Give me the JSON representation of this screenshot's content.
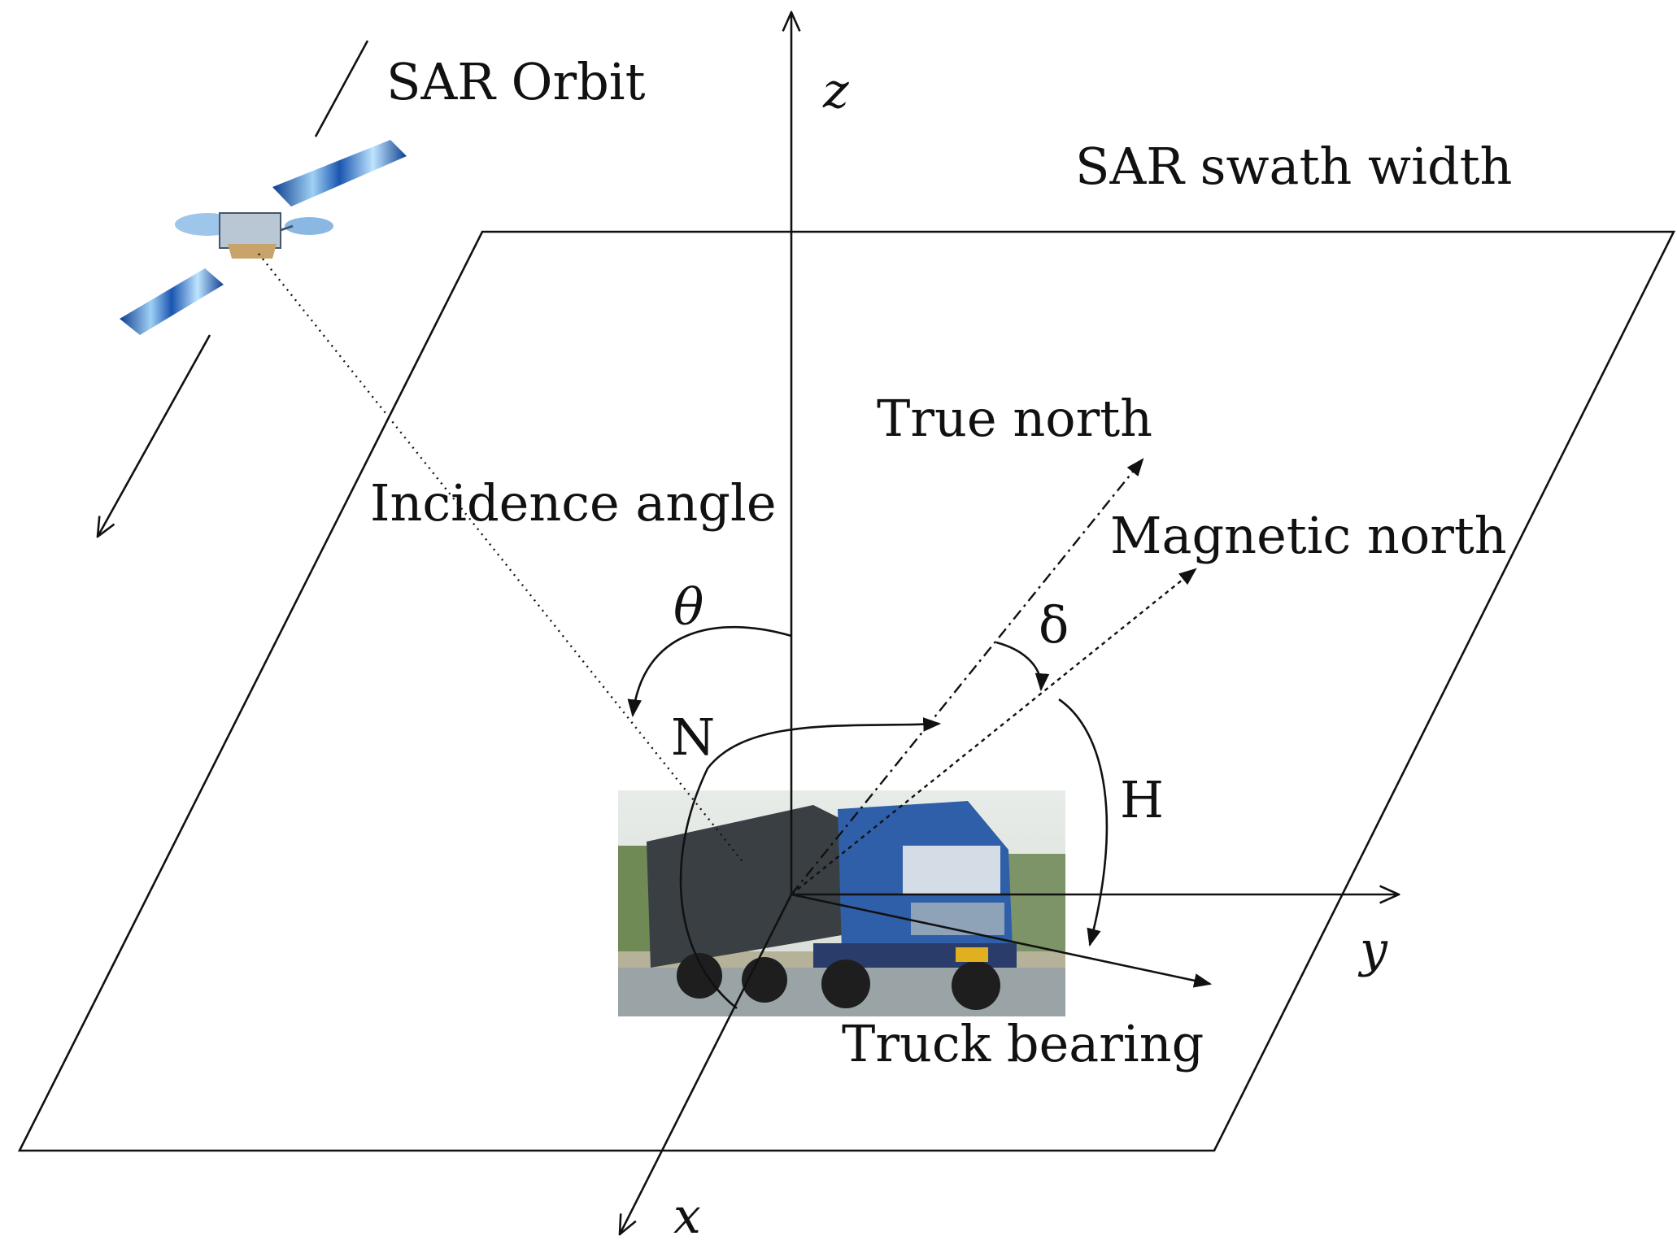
{
  "labels": {
    "sar_orbit": "SAR Orbit",
    "swath_width": "SAR swath width",
    "true_north": "True north",
    "incidence_angle": "Incidence angle",
    "magnetic_north": "Magnetic north",
    "theta": "θ",
    "delta": "δ",
    "n": "N",
    "h": "H",
    "truck_bearing": "Truck bearing"
  },
  "axes": {
    "x": "x",
    "y": "y",
    "z": "z"
  },
  "colors": {
    "line": "#111111",
    "satellite_panel": "#1f5fb4",
    "truck_cab": "#2f5fa8"
  },
  "icons": {
    "satellite": "satellite-icon",
    "truck": "truck-photo"
  }
}
